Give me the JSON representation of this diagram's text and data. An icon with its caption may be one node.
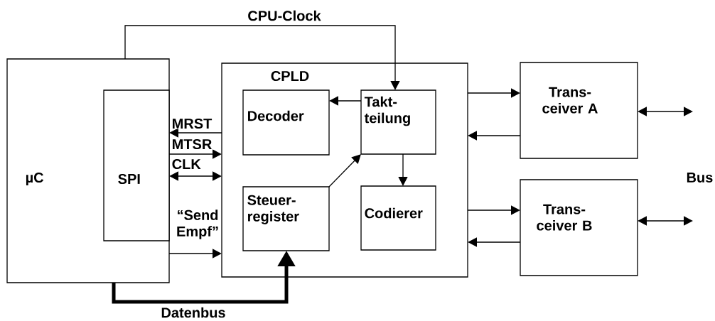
{
  "diagram": {
    "nodes": [
      {
        "text": [
          "µC"
        ]
      },
      {
        "text": [
          "SPI"
        ],
        "in": 0
      },
      {
        "text": [
          "CPLD"
        ]
      },
      {
        "text": [
          "Decoder"
        ],
        "in": 2
      },
      {
        "text": [
          "Takt- teilung"
        ],
        "in": 2
      },
      {
        "text": [
          "Steuer- register"
        ],
        "in": 2
      },
      {
        "text": [
          "Codierer"
        ],
        "in": 2
      },
      {
        "text": [
          "Trans- ceiver A"
        ]
      },
      {
        "text": [
          "Trans- ceiver B"
        ]
      }
    ],
    "edges": [
      {
        "from": 0,
        "to": 4,
        "arrow": "to",
        "label": "CPU-Clock"
      },
      {
        "from": 2,
        "to": 1,
        "arrow": "to",
        "label": "MRST"
      },
      {
        "from": 1,
        "to": 2,
        "arrow": "to",
        "label": "MTSR"
      },
      {
        "from": 1,
        "to": 2,
        "arrow": "both",
        "label": "CLK"
      },
      {
        "from": 0,
        "to": 2,
        "arrow": "to",
        "label": "“Send Empf”"
      },
      {
        "from": 0,
        "to": 5,
        "arrow": "to",
        "label": "Datenbus",
        "style": "thick"
      },
      {
        "from": 4,
        "to": 3,
        "arrow": "to"
      },
      {
        "from": 5,
        "to": 4,
        "arrow": "to"
      },
      {
        "from": 4,
        "to": 6,
        "arrow": "to"
      },
      {
        "from": 2,
        "to": 7,
        "arrow": "to"
      },
      {
        "from": 7,
        "to": 2,
        "arrow": "to"
      },
      {
        "from": 2,
        "to": 8,
        "arrow": "to"
      },
      {
        "from": 8,
        "to": 2,
        "arrow": "to"
      },
      {
        "from": 7,
        "to": null,
        "arrow": "both"
      },
      {
        "from": 8,
        "to": null,
        "arrow": "both"
      }
    ],
    "labels": [
      "Bus"
    ]
  }
}
